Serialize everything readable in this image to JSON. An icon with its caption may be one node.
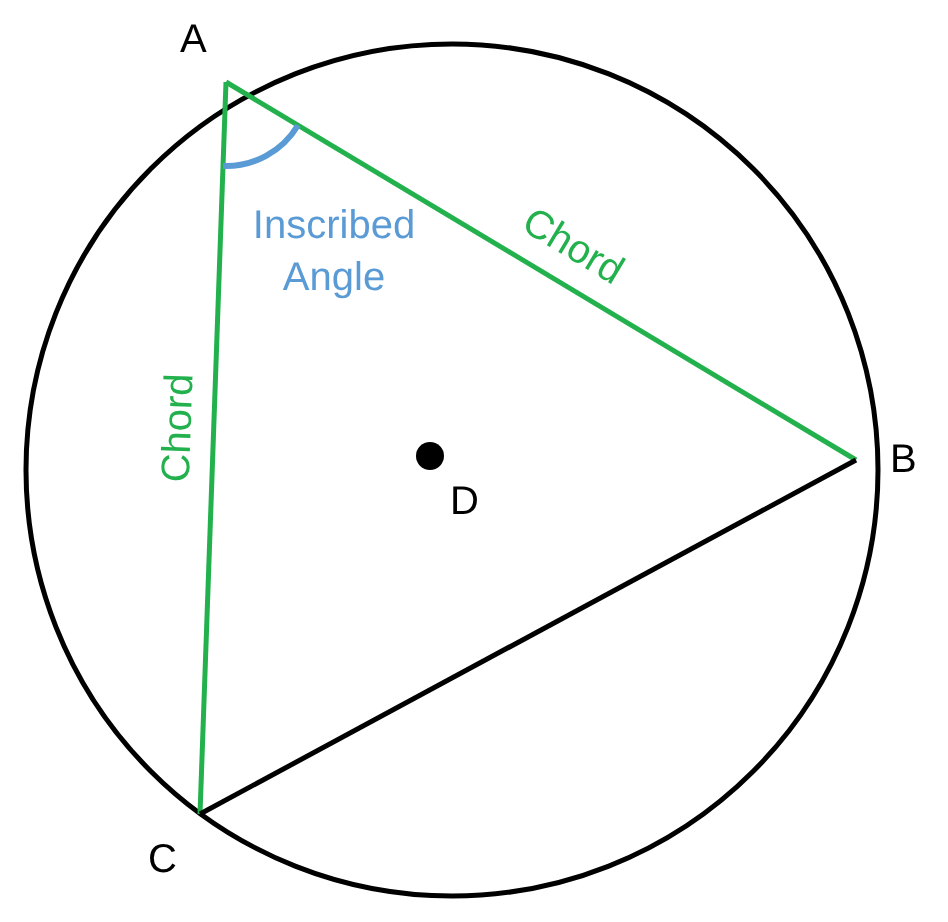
{
  "diagram": {
    "nodes": [
      {
        "text": [],
        "shape": "circle"
      },
      {
        "text": [
          "A"
        ]
      },
      {
        "text": [
          "B"
        ]
      },
      {
        "text": [
          "C"
        ]
      },
      {
        "text": [],
        "shape": "circle",
        "beside": [
          "D"
        ],
        "in": 0
      }
    ],
    "edges": [
      {
        "from": 1,
        "to": 2,
        "arrow": "none",
        "label": "Chord",
        "color": "#22b14c"
      },
      {
        "from": 1,
        "to": 3,
        "arrow": "none",
        "label": "Chord",
        "color": "#22b14c"
      },
      {
        "from": 2,
        "to": 3,
        "arrow": "none",
        "color": "#000000"
      }
    ],
    "labels": [
      "Inscribed Angle"
    ]
  }
}
